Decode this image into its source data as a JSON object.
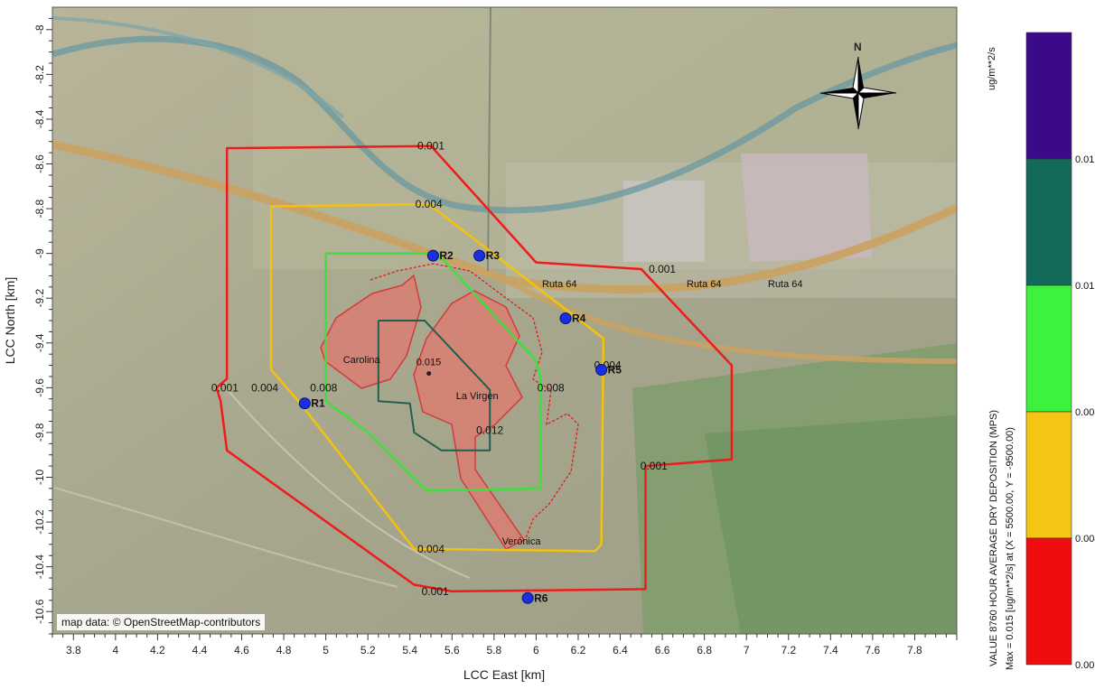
{
  "map": {
    "attribution": "map data: © OpenStreetMap-contributors",
    "north_arrow_label": "N",
    "x_axis": {
      "title": "LCC East [km]",
      "range": [
        3.7,
        8.0
      ],
      "ticks": [
        3.8,
        4,
        4.2,
        4.4,
        4.6,
        4.8,
        5,
        5.2,
        5.4,
        5.6,
        5.8,
        6,
        6.2,
        6.4,
        6.6,
        6.8,
        7,
        7.2,
        7.4,
        7.6,
        7.8
      ],
      "tick_labels": [
        "3.8",
        "4",
        "4.2",
        "4.4",
        "4.6",
        "4.8",
        "5",
        "5.2",
        "5.4",
        "5.6",
        "5.8",
        "6",
        "6.2",
        "6.4",
        "6.6",
        "6.8",
        "7",
        "7.2",
        "7.4",
        "7.6",
        "7.8"
      ]
    },
    "y_axis": {
      "title": "LCC North [km]",
      "range": [
        -10.7,
        -7.9
      ],
      "ticks": [
        -8,
        -8.2,
        -8.4,
        -8.6,
        -8.8,
        -9,
        -9.2,
        -9.4,
        -9.6,
        -9.8,
        -10,
        -10.2,
        -10.4,
        -10.6
      ],
      "tick_labels": [
        "-8",
        "-8.2",
        "-8.4",
        "-8.6",
        "-8.8",
        "-9",
        "-9.2",
        "-9.4",
        "-9.6",
        "-9.8",
        "-10",
        "-10.2",
        "-10.4",
        "-10.6"
      ]
    },
    "receptors": [
      {
        "id": "R1",
        "x": 4.9,
        "y": -9.67
      },
      {
        "id": "R2",
        "x": 5.51,
        "y": -9.01
      },
      {
        "id": "R3",
        "x": 5.73,
        "y": -9.01
      },
      {
        "id": "R4",
        "x": 6.14,
        "y": -9.29
      },
      {
        "id": "R5",
        "x": 6.31,
        "y": -9.52
      },
      {
        "id": "R6",
        "x": 5.96,
        "y": -10.54
      }
    ],
    "areas": [
      {
        "name": "Carolina",
        "x": 5.17,
        "y": -9.49
      },
      {
        "name": "La Virgen",
        "x": 5.72,
        "y": -9.65
      },
      {
        "name": "Verónica",
        "x": 5.93,
        "y": -10.3
      }
    ],
    "road_labels": [
      "Ruta 64",
      "Ruta 64",
      "Ruta 64"
    ],
    "max_point": {
      "label": "0.015",
      "x": 5.49,
      "y": -9.5
    },
    "contours": [
      {
        "level": 0.001,
        "color": "#ee1c1c",
        "points": [
          [
            4.48,
            -9.6
          ],
          [
            4.53,
            -9.56
          ],
          [
            4.53,
            -8.53
          ],
          [
            5.5,
            -8.52
          ],
          [
            6.0,
            -9.04
          ],
          [
            6.5,
            -9.07
          ],
          [
            6.93,
            -9.5
          ],
          [
            6.93,
            -9.92
          ],
          [
            6.52,
            -9.95
          ],
          [
            6.52,
            -10.5
          ],
          [
            5.6,
            -10.51
          ],
          [
            5.42,
            -10.48
          ],
          [
            4.53,
            -9.88
          ],
          [
            4.5,
            -9.66
          ],
          [
            4.48,
            -9.6
          ]
        ]
      },
      {
        "level": 0.004,
        "color": "#f4c20d",
        "points": [
          [
            4.87,
            -9.66
          ],
          [
            4.74,
            -9.52
          ],
          [
            4.74,
            -8.79
          ],
          [
            5.49,
            -8.78
          ],
          [
            6.32,
            -9.38
          ],
          [
            6.31,
            -10.3
          ],
          [
            6.28,
            -10.33
          ],
          [
            5.42,
            -10.32
          ],
          [
            4.87,
            -9.66
          ]
        ]
      },
      {
        "level": 0.008,
        "color": "#3ee03e",
        "points": [
          [
            5.0,
            -9.0
          ],
          [
            5.53,
            -9.0
          ],
          [
            6.0,
            -9.48
          ],
          [
            6.02,
            -9.55
          ],
          [
            6.02,
            -10.05
          ],
          [
            5.48,
            -10.06
          ],
          [
            5.2,
            -9.8
          ],
          [
            5.0,
            -9.66
          ],
          [
            5.0,
            -9.0
          ]
        ]
      },
      {
        "level": 0.012,
        "color": "#1f5f4f",
        "points": [
          [
            5.25,
            -9.3
          ],
          [
            5.47,
            -9.3
          ],
          [
            5.78,
            -9.61
          ],
          [
            5.78,
            -9.88
          ],
          [
            5.55,
            -9.88
          ],
          [
            5.42,
            -9.8
          ],
          [
            5.4,
            -9.67
          ],
          [
            5.25,
            -9.66
          ],
          [
            5.25,
            -9.3
          ]
        ]
      }
    ],
    "contour_labels": [
      {
        "text": "0.001",
        "x": 5.5,
        "y": -8.52
      },
      {
        "text": "0.001",
        "x": 6.6,
        "y": -9.07
      },
      {
        "text": "0.001",
        "x": 4.52,
        "y": -9.6
      },
      {
        "text": "0.001",
        "x": 6.56,
        "y": -9.95
      },
      {
        "text": "0.001",
        "x": 5.52,
        "y": -10.51
      },
      {
        "text": "0.004",
        "x": 5.49,
        "y": -8.78
      },
      {
        "text": "0.004",
        "x": 4.71,
        "y": -9.6
      },
      {
        "text": "0.004",
        "x": 5.5,
        "y": -10.32
      },
      {
        "text": "0.004",
        "x": 6.34,
        "y": -9.5
      },
      {
        "text": "0.008",
        "x": 4.99,
        "y": -9.6
      },
      {
        "text": "0.008",
        "x": 6.07,
        "y": -9.6
      },
      {
        "text": "0.012",
        "x": 5.78,
        "y": -9.79
      }
    ],
    "colors": {
      "contour_001": "#ee1c1c",
      "contour_004": "#f4c20d",
      "contour_008": "#3ee03e",
      "contour_012": "#1f5f4f",
      "receptor": "#1a2fe0",
      "area_fill": "#e0786e"
    }
  },
  "legend": {
    "unit": "ug/m**2/s",
    "title": "VALUE 8760 HOUR AVERAGE DRY DEPOSITION (MPS)",
    "subtitle": "Max = 0.015 [ug/m**2/s] at (X = 5500.00, Y = -9500.00)",
    "bins": [
      {
        "color": "#3b0a8a"
      },
      {
        "color": "#13695a"
      },
      {
        "color": "#3cf23c"
      },
      {
        "color": "#f4c514"
      },
      {
        "color": "#ee0e0e"
      }
    ],
    "bin_labels": [
      "0.015",
      "0.012",
      "0.008",
      "0.004",
      "0.001"
    ]
  }
}
